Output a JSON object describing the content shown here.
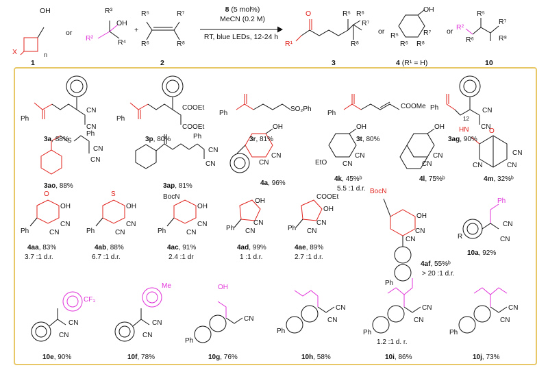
{
  "header": {
    "reactant1_label": "1",
    "reactant2_label": "2",
    "or_1": "or",
    "plus": "+",
    "catalyst_id": "8",
    "catalyst_loading": "(5 mol%)",
    "solvent": "MeCN (0.2 M)",
    "conditions": "RT, blue LEDs, 12-24 h",
    "product3_label": "3",
    "or_2": "or",
    "product4_label": "4",
    "product4_note": "(R¹ = H)",
    "or_3": "or",
    "product10_label": "10",
    "atoms": {
      "oh": "OH",
      "x": "X",
      "n": "n",
      "r1": "R¹",
      "r2": "R²",
      "r3": "R³",
      "r4": "R⁴",
      "r5": "R⁵",
      "r6": "R⁶",
      "r7": "R⁷",
      "r8": "R⁸",
      "o": "O"
    }
  },
  "products": [
    {
      "id": "3a",
      "yield": "88%"
    },
    {
      "id": "3p",
      "yield": "80%"
    },
    {
      "id": "3r",
      "yield": "81%"
    },
    {
      "id": "3t",
      "yield": "80%"
    },
    {
      "id": "3ag",
      "yield": "90%"
    },
    {
      "id": "3ao",
      "yield": "88%"
    },
    {
      "id": "3ap",
      "yield": "81%"
    },
    {
      "id": "4a",
      "yield": "96%"
    },
    {
      "id": "4k",
      "yield": "45%ᵇ",
      "dr": "5.5 :1 d.r."
    },
    {
      "id": "4l",
      "yield": "75%ᵇ"
    },
    {
      "id": "4m",
      "yield": "32%ᵇ"
    },
    {
      "id": "4aa",
      "yield": "83%",
      "dr": "3.7 :1 d.r."
    },
    {
      "id": "4ab",
      "yield": "88%",
      "dr": "6.7 :1 d.r."
    },
    {
      "id": "4ac",
      "yield": "91%",
      "dr": "2.4 :1 dr"
    },
    {
      "id": "4ad",
      "yield": "99%",
      "dr": "1 :1 d.r."
    },
    {
      "id": "4ae",
      "yield": "89%",
      "dr": "2.7 :1 d.r."
    },
    {
      "id": "4af",
      "yield": "55%ᵇ",
      "dr": "> 20 :1 d.r."
    },
    {
      "id": "10a",
      "yield": "92%"
    },
    {
      "id": "10e",
      "yield": "90%"
    },
    {
      "id": "10f",
      "yield": "78%"
    },
    {
      "id": "10g",
      "yield": "76%"
    },
    {
      "id": "10h",
      "yield": "58%"
    },
    {
      "id": "10i",
      "yield": "86%",
      "dr": "1.2 :1 d. r."
    },
    {
      "id": "10j",
      "yield": "73%"
    }
  ],
  "structure_text": {
    "ph": "Ph",
    "cn": "CN",
    "coet": "COOEt",
    "so2ph": "SO₂Ph",
    "coome": "COOMe",
    "sub12": "12",
    "s": "S",
    "eto": "EtO",
    "oh": "OH",
    "hn": "HN",
    "o": "O",
    "bocn": "BocN",
    "r": "R",
    "cf3": "CF₃",
    "me": "Me"
  },
  "colors": {
    "highlight_red": "#e0201b",
    "highlight_magenta": "#e031d8",
    "panel_border": "#e8c766",
    "ink": "#111111"
  }
}
